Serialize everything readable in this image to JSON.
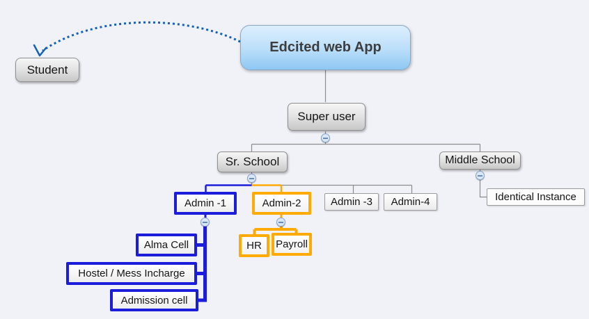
{
  "canvas": {
    "background": "#f1f2f8"
  },
  "palette": {
    "branch_blue": "#1c1cdb",
    "branch_orange": "#ffaa05",
    "line_gray": "#8c8c8c",
    "relationship_arrow_blue": "#1262b8",
    "root_fill_top": "#ddeffe",
    "root_fill_bottom": "#8ec7f3"
  },
  "nodes": {
    "root": {
      "label": "Edcited web App"
    },
    "student": {
      "label": "Student"
    },
    "super_user": {
      "label": "Super user"
    },
    "sr_school": {
      "label": "Sr. School"
    },
    "middle_school": {
      "label": "Middle School"
    },
    "admin_1": {
      "label": "Admin -1"
    },
    "admin_2": {
      "label": "Admin-2"
    },
    "admin_3": {
      "label": "Admin -3"
    },
    "admin_4": {
      "label": "Admin-4"
    },
    "identical_instance": {
      "label": "Identical Instance"
    },
    "alma_cell": {
      "label": "Alma Cell"
    },
    "hostel_mess_incharge": {
      "label": "Hostel / Mess Incharge"
    },
    "admission_cell": {
      "label": "Admission cell"
    },
    "hr": {
      "label": "HR"
    },
    "payroll": {
      "label": "Payroll"
    }
  },
  "hierarchy": [
    {
      "parent": "Edcited web App",
      "children": [
        "Super user"
      ]
    },
    {
      "parent": "Super user",
      "children": [
        "Sr. School",
        "Middle School"
      ]
    },
    {
      "parent": "Sr. School",
      "children": [
        "Admin -1",
        "Admin-2",
        "Admin -3",
        "Admin-4"
      ]
    },
    {
      "parent": "Admin -1",
      "children": [
        "Alma Cell",
        "Hostel / Mess Incharge",
        "Admission cell"
      ]
    },
    {
      "parent": "Admin-2",
      "children": [
        "HR",
        "Payroll"
      ]
    },
    {
      "parent": "Middle School",
      "children": [
        "Identical Instance"
      ]
    }
  ],
  "relationship": {
    "from": "Edcited web App",
    "to": "Student",
    "style": "dotted curved arrow"
  },
  "collapse_toggles": {
    "glyph": "minus",
    "count": 5
  }
}
